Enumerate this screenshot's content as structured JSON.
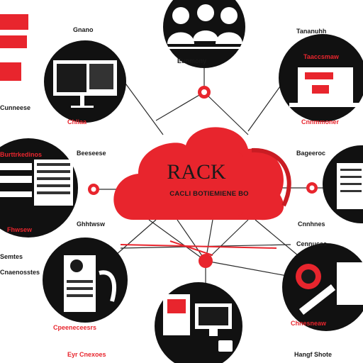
{
  "hub": {
    "title": "RACK",
    "subtitle": "CACLI BOTIEMIENE BO"
  },
  "nodes": [
    {
      "id": "users",
      "icon": "users-group-icon",
      "caption": "Eunmony",
      "labels": []
    },
    {
      "id": "monitor-tl",
      "icon": "desktop-computer-icon",
      "caption": "Chliaa",
      "labels": [
        "Gnano",
        "Cunneese"
      ]
    },
    {
      "id": "server-l",
      "icon": "server-rack-icon",
      "caption": "Burttrkedinos",
      "labels": [
        "Beeseese",
        "Ghhtwsw",
        "Fhwsew"
      ]
    },
    {
      "id": "storage-bl",
      "icon": "disk-storage-icon",
      "caption": "Cpeeneceesrs",
      "labels": [
        "Semtes",
        "Cnaenosstes"
      ]
    },
    {
      "id": "devices-b",
      "icon": "workstation-lock-icon",
      "caption": "Eyr Cnexoes",
      "labels": []
    },
    {
      "id": "network-br",
      "icon": "network-cable-icon",
      "caption": "Chnesneaw",
      "labels": [
        "Cennuces",
        "Hangf Shote"
      ]
    },
    {
      "id": "grid-r",
      "icon": "data-grid-icon",
      "caption": "",
      "labels": [
        "Bageeroc",
        "Cnnhnes"
      ]
    },
    {
      "id": "monitor-tr",
      "icon": "laptop-screen-icon",
      "caption": "Cnnmmoner",
      "labels": [
        "Tananuhh",
        "Taaccsmaw"
      ]
    }
  ],
  "colors": {
    "accent": "#e8252d",
    "dark": "#1a1a1a",
    "line": "#2b2b2b"
  }
}
